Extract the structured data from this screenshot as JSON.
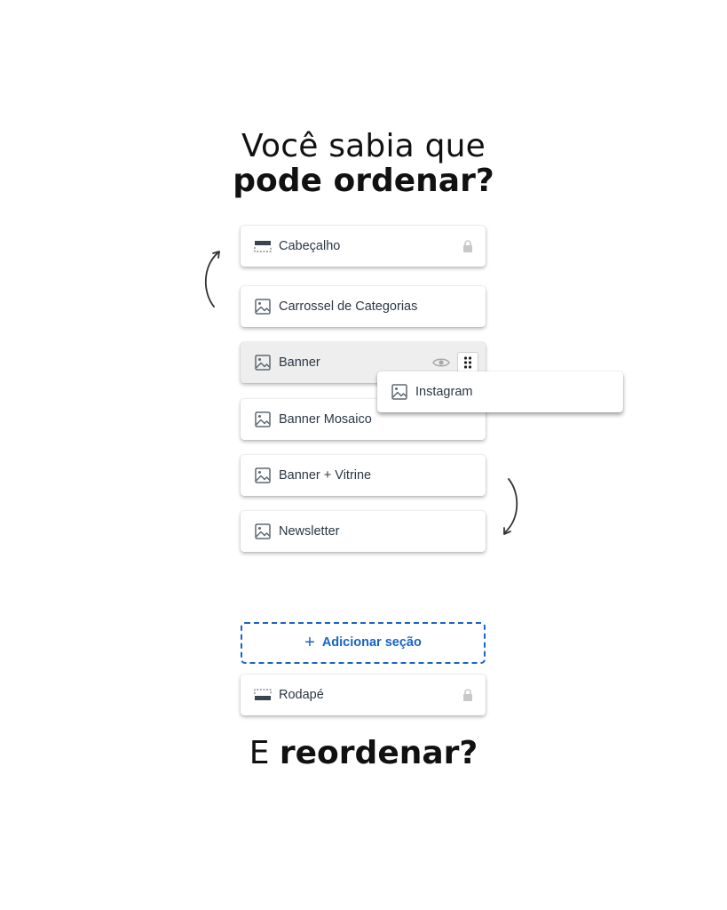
{
  "headline": {
    "line1": "Você sabia que",
    "line2": "pode ordenar?",
    "line3_prefix": "E ",
    "line3_bold": "reordenar?"
  },
  "sections": [
    {
      "label": "Cabeçalho",
      "icon": "header-layout-icon",
      "locked": true
    },
    {
      "label": "Carrossel de Categorias",
      "icon": "image-icon"
    },
    {
      "label": "Banner",
      "icon": "image-icon",
      "active": true
    },
    {
      "label": "Banner Mosaico",
      "icon": "image-icon"
    },
    {
      "label": "Banner + Vitrine",
      "icon": "image-icon"
    },
    {
      "label": "Newsletter",
      "icon": "image-icon"
    }
  ],
  "dragged_item": {
    "label": "Instagram",
    "icon": "image-icon"
  },
  "add_section": {
    "icon": "plus-icon",
    "label": "Adicionar seção"
  },
  "footer_section": {
    "label": "Rodapé",
    "icon": "footer-layout-icon",
    "locked": true
  },
  "colors": {
    "accent": "#1a63c7",
    "text": "#2b3845",
    "icon": "#6b7580"
  }
}
